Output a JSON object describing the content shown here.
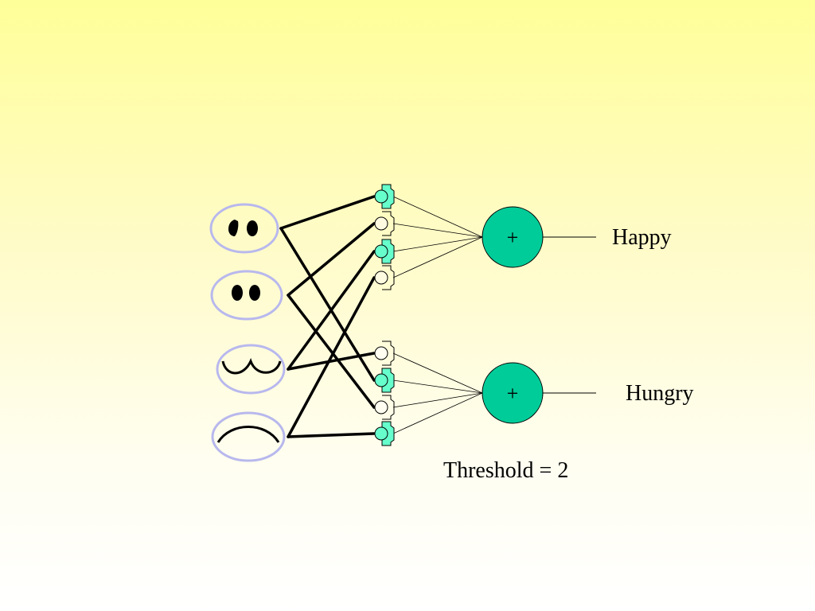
{
  "outputs": {
    "happy": {
      "label": "Happy",
      "sign": "+"
    },
    "hungry": {
      "label": "Hungry",
      "sign": "+"
    }
  },
  "threshold_label": "Threshold = 2",
  "inputs": [
    {
      "icon": "raised-eyes-icon"
    },
    {
      "icon": "round-eyes-icon"
    },
    {
      "icon": "smile-mouth-icon"
    },
    {
      "icon": "frown-mouth-icon"
    }
  ],
  "synapses": {
    "happy": [
      "active",
      "inactive",
      "active",
      "inactive"
    ],
    "hungry": [
      "inactive",
      "active",
      "inactive",
      "active"
    ]
  },
  "colors": {
    "neuron_fill": "#00cc99",
    "active_synapse_fill": "#66ffcc",
    "input_ring": "#b8b8ee",
    "line": "#000000"
  }
}
